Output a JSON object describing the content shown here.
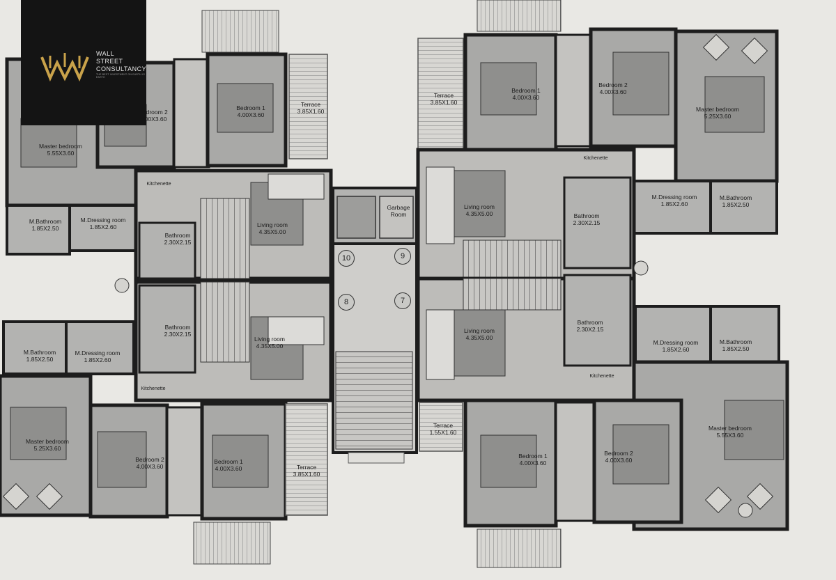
{
  "brand": {
    "line1": "WALL",
    "line2": "STREET",
    "line3": "CONSULTANCY",
    "tagline": "THE BEST INVESTMENT ON EARTH IS EARTH",
    "logo_color": "#c9a24a"
  },
  "colors": {
    "paper": "#e9e8e4",
    "room_fill": "#a9a9a7",
    "room_dark": "#8f8f8d",
    "wall": "#1d1d1d",
    "corridor": "#c4c3c0"
  },
  "stair_numbers": [
    "10",
    "9",
    "8",
    "7"
  ],
  "rooms": {
    "ul_bedroom2": [
      "Bedroom 2",
      "4.00X3.60"
    ],
    "ul_bedroom1": [
      "Bedroom 1",
      "4.00X3.60"
    ],
    "ul_terrace": [
      "Terrace",
      "3.85X1.60"
    ],
    "ul_master": [
      "Master bedroom",
      "5.55X3.60"
    ],
    "ul_kitchenette": [
      "Kitchenette"
    ],
    "ul_mbath": [
      "M.Bathroom",
      "1.85X2.50"
    ],
    "ul_mdress": [
      "M.Dressing room",
      "1.85X2.60"
    ],
    "ul_bath": [
      "Bathroom",
      "2.30X2.15"
    ],
    "ul_living": [
      "Living room",
      "4.35X5.00"
    ],
    "ur_terrace": [
      "Terrace",
      "3.85X1.60"
    ],
    "ur_bedroom1": [
      "Bedroom 1",
      "4.00X3.60"
    ],
    "ur_bedroom2": [
      "Bedroom 2",
      "4.00X3.60"
    ],
    "ur_master": [
      "Master bedroom",
      "5.25X3.60"
    ],
    "ur_kitchenette": [
      "Kitchenette"
    ],
    "ur_living": [
      "Living room",
      "4.35X5.00"
    ],
    "ur_bath": [
      "Bathroom",
      "2.30X2.15"
    ],
    "ur_mdress": [
      "M.Dressing room",
      "1.85X2.60"
    ],
    "ur_mbath": [
      "M.Bathroom",
      "1.85X2.50"
    ],
    "garbage": [
      "Garbage",
      "Room"
    ],
    "ll_bath": [
      "Bathroom",
      "2.30X2.15"
    ],
    "ll_living": [
      "Living room",
      "4.35X5.00"
    ],
    "ll_mbath": [
      "M.Bathroom",
      "1.85X2.50"
    ],
    "ll_mdress": [
      "M.Dressing room",
      "1.85X2.60"
    ],
    "ll_kitchenette": [
      "Kitchenette"
    ],
    "ll_master": [
      "Master bedroom",
      "5.25X3.60"
    ],
    "ll_bedroom2": [
      "Bedroom 2",
      "4.00X3.60"
    ],
    "ll_bedroom1": [
      "Bedroom 1",
      "4.00X3.60"
    ],
    "ll_terrace": [
      "Terrace",
      "3.85X1.60"
    ],
    "lr_living": [
      "Living room",
      "4.35X5.00"
    ],
    "lr_bath": [
      "Bathroom",
      "2.30X2.15"
    ],
    "lr_mdress": [
      "M.Dressing room",
      "1.85X2.60"
    ],
    "lr_mbath": [
      "M.Bathroom",
      "1.85X2.50"
    ],
    "lr_kitchenette": [
      "Kitchenette"
    ],
    "lr_terrace": [
      "Terrace",
      "1.55X1.60"
    ],
    "lr_bedroom1": [
      "Bedroom 1",
      "4.00X3.60"
    ],
    "lr_bedroom2": [
      "Bedroom 2",
      "4.00X3.60"
    ],
    "lr_master": [
      "Master bedroom",
      "5.55X3.60"
    ]
  }
}
